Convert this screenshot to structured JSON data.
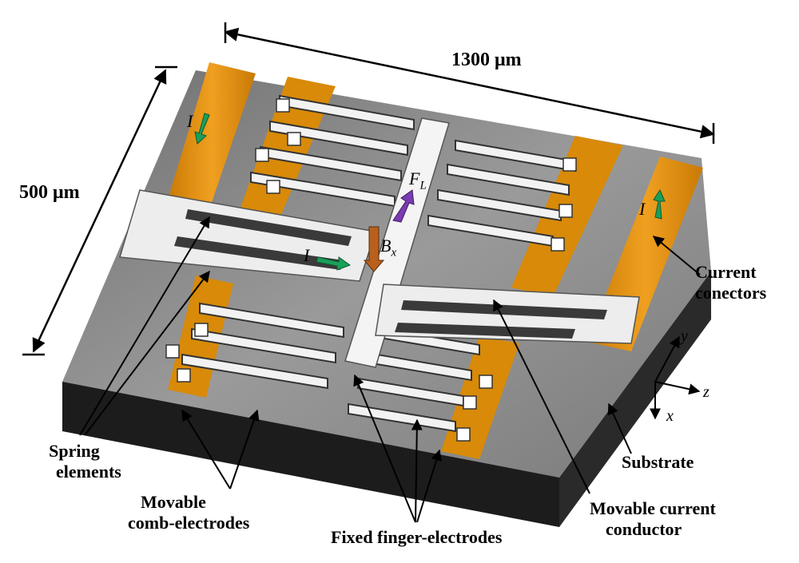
{
  "dimensions": {
    "length": "1300 μm",
    "width": "500 μm"
  },
  "symbols": {
    "current": "I",
    "lorentz_force": "F",
    "lorentz_force_sub": "L",
    "magnetic_field": "B",
    "magnetic_field_sub": "x"
  },
  "labels": {
    "spring_line1": "Spring",
    "spring_line2": "elements",
    "comb_line1": "Movable",
    "comb_line2": "comb-electrodes",
    "fixed": "Fixed finger-electrodes",
    "conductor_line1": "Movable current",
    "conductor_line2": "conductor",
    "substrate": "Substrate",
    "connector_line1": "Current",
    "connector_line2": "conectors"
  },
  "axes": {
    "y": "y",
    "z": "z",
    "x": "x"
  },
  "colors": {
    "substrate_top": "#8a8a8a",
    "substrate_side": "#202020",
    "gold": "#e08e0b",
    "silicon": "#eeeeee",
    "current_arrow": "#1aa05a",
    "force_arrow": "#7a3bb0",
    "field_arrow": "#b8601c"
  }
}
